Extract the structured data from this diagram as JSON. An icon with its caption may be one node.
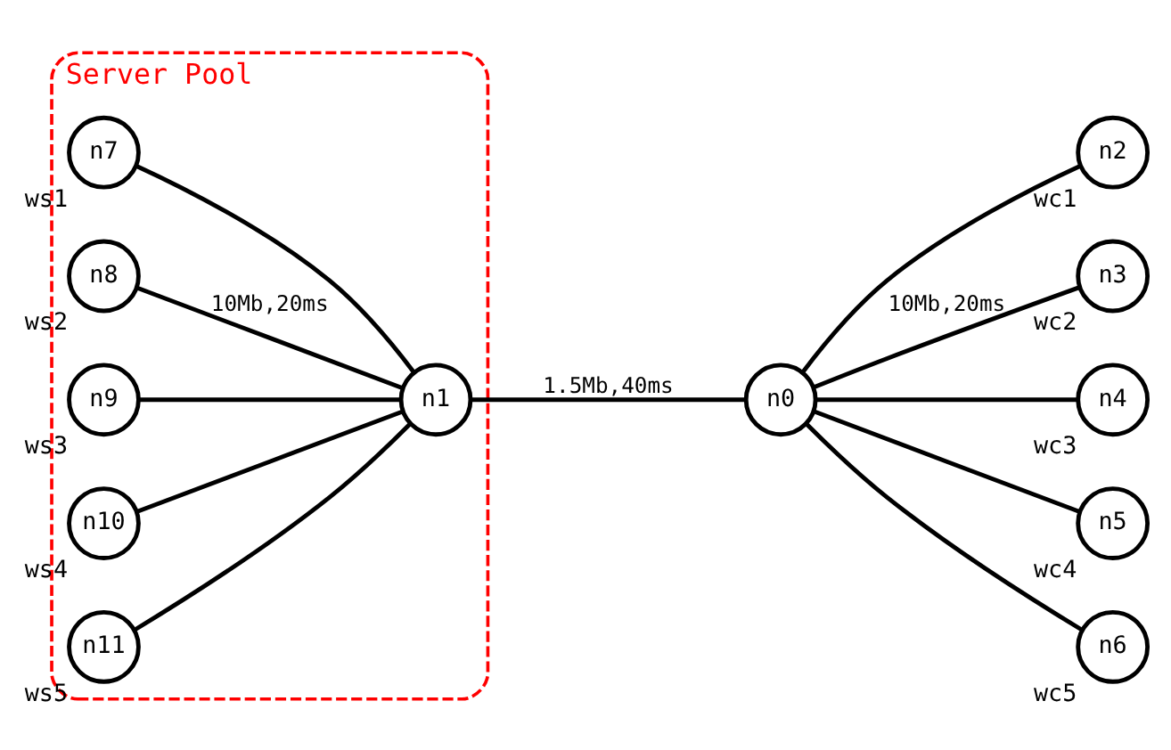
{
  "diagram": {
    "nodes": [
      {
        "text": [
          "Server Pool"
        ]
      },
      {
        "text": [
          "n7"
        ],
        "in": 0,
        "beside": [
          "ws1"
        ]
      },
      {
        "text": [
          "n8"
        ],
        "in": 0,
        "beside": [
          "ws2"
        ]
      },
      {
        "text": [
          "n9"
        ],
        "in": 0,
        "beside": [
          "ws3"
        ]
      },
      {
        "text": [
          "n1"
        ],
        "in": 0
      },
      {
        "text": [
          "n10"
        ],
        "in": 0,
        "beside": [
          "ws4"
        ]
      },
      {
        "text": [
          "n11"
        ],
        "in": 0,
        "beside": [
          "ws5"
        ]
      },
      {
        "text": [
          "n2"
        ],
        "beside": [
          "wc1"
        ]
      },
      {
        "text": [
          "n3"
        ],
        "beside": [
          "wc2"
        ]
      },
      {
        "text": [
          "n0"
        ]
      },
      {
        "text": [
          "n4"
        ],
        "beside": [
          "wc3"
        ]
      },
      {
        "text": [
          "n5"
        ],
        "beside": [
          "wc4"
        ]
      },
      {
        "text": [
          "n6"
        ],
        "beside": [
          "wc5"
        ]
      }
    ],
    "edges": [
      {
        "from": 1,
        "to": 4,
        "arrow": "none"
      },
      {
        "from": 2,
        "to": 4,
        "arrow": "none",
        "label": "10Mb,20ms"
      },
      {
        "from": 3,
        "to": 4,
        "arrow": "none"
      },
      {
        "from": 5,
        "to": 4,
        "arrow": "none"
      },
      {
        "from": 6,
        "to": 4,
        "arrow": "none"
      },
      {
        "from": 4,
        "to": 9,
        "arrow": "none",
        "label": "1.5Mb,40ms"
      },
      {
        "from": 9,
        "to": 7,
        "arrow": "none"
      },
      {
        "from": 9,
        "to": 8,
        "arrow": "none",
        "label": "10Mb,20ms"
      },
      {
        "from": 9,
        "to": 10,
        "arrow": "none"
      },
      {
        "from": 9,
        "to": 11,
        "arrow": "none"
      },
      {
        "from": 9,
        "to": 12,
        "arrow": "none"
      }
    ]
  }
}
